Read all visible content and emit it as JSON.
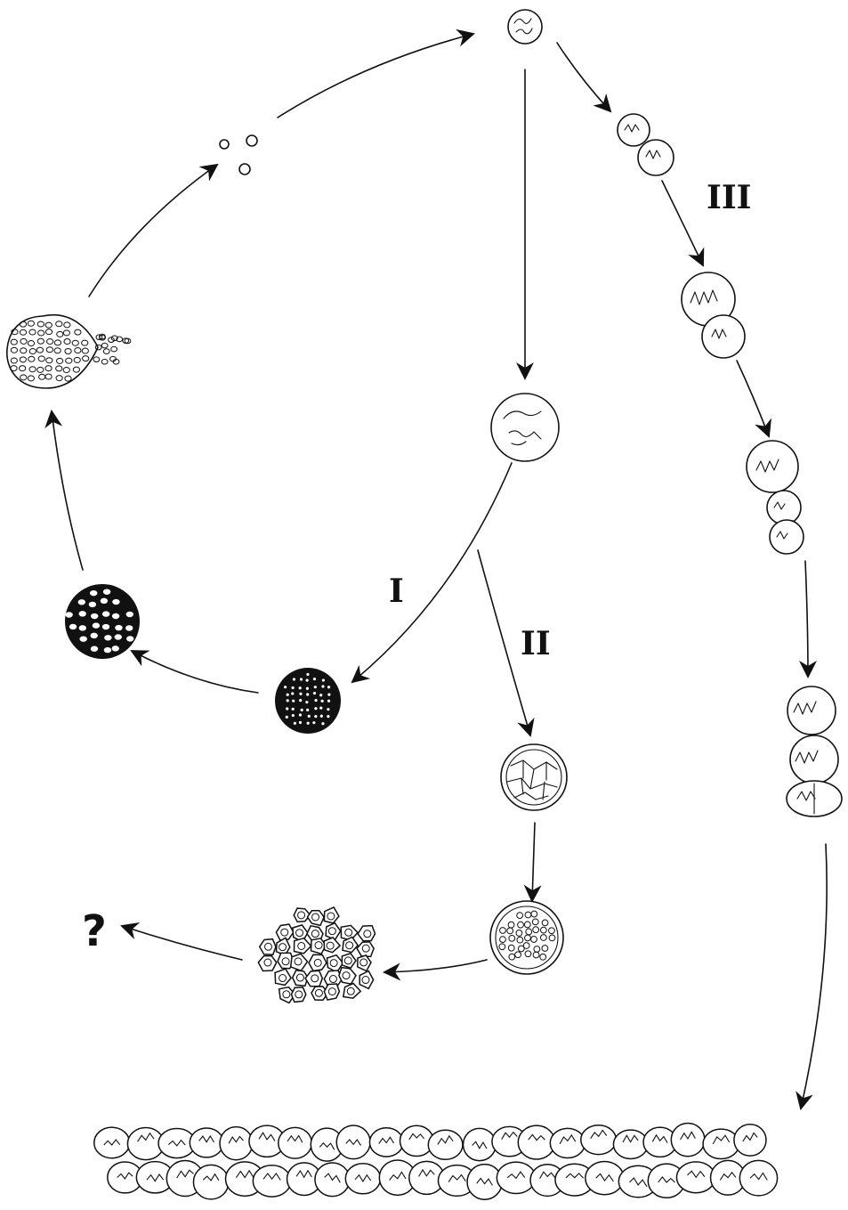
{
  "diagram": {
    "pathway_labels": {
      "path_1": "I",
      "path_2": "II",
      "path_3": "III"
    },
    "unknown_fate": "?"
  }
}
